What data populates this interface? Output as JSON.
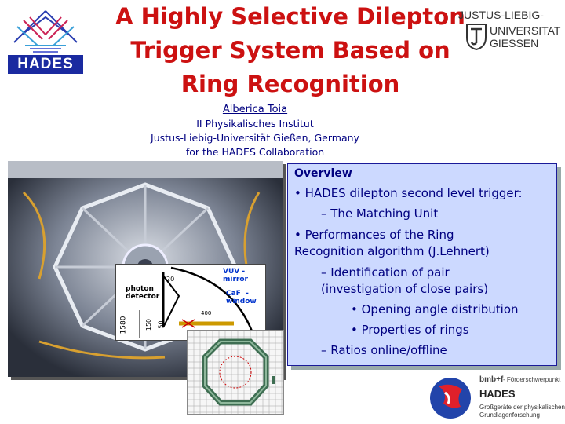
{
  "title": {
    "line1": "A Highly Selective Dilepton",
    "line2": "Trigger System Based on",
    "line3": "Ring Recognition"
  },
  "author": {
    "name": "Alberica Toia",
    "institute": "II Physikalisches Institut",
    "university": "Justus-Liebig-Universität Gießen, Germany",
    "collaboration": "for the HADES Collaboration"
  },
  "logos": {
    "hades": "HADES",
    "jlu_line1": "JUSTUS-LIEBIG-",
    "jlu_line2": "UNIVERSITAT",
    "jlu_line3": "GIESSEN",
    "bmbf_brand": "bmb+f",
    "bmbf_tag": "- Förderschwerpunkt",
    "bmbf_name": "HADES",
    "bmbf_desc1": "Großgeräte der physikalischen",
    "bmbf_desc2": "Grundlagenforschung"
  },
  "detector_inset": {
    "photon_detector": "photon\ndetector",
    "vuv_mirror": "VUV -\nmirror",
    "caf_window": "CaF  -\nwindow",
    "dim_20": "20",
    "dim_50": "50",
    "dim_150": "150",
    "dim_1580": "1580",
    "dim_400": "400"
  },
  "overview": {
    "heading": "Overview",
    "items": [
      "• HADES dilepton second level trigger:",
      "– The Matching Unit",
      "• Performances of the Ring",
      "Recognition algorithm (J.Lehnert)",
      "– Identification of pair",
      "(investigation of close pairs)",
      "• Opening angle distribution",
      "• Properties of rings",
      "– Ratios online/offline"
    ]
  },
  "colors": {
    "title": "#cc1111",
    "text": "#000080",
    "box_bg": "#ccd9ff",
    "hades_blue": "#1a2aa0"
  }
}
